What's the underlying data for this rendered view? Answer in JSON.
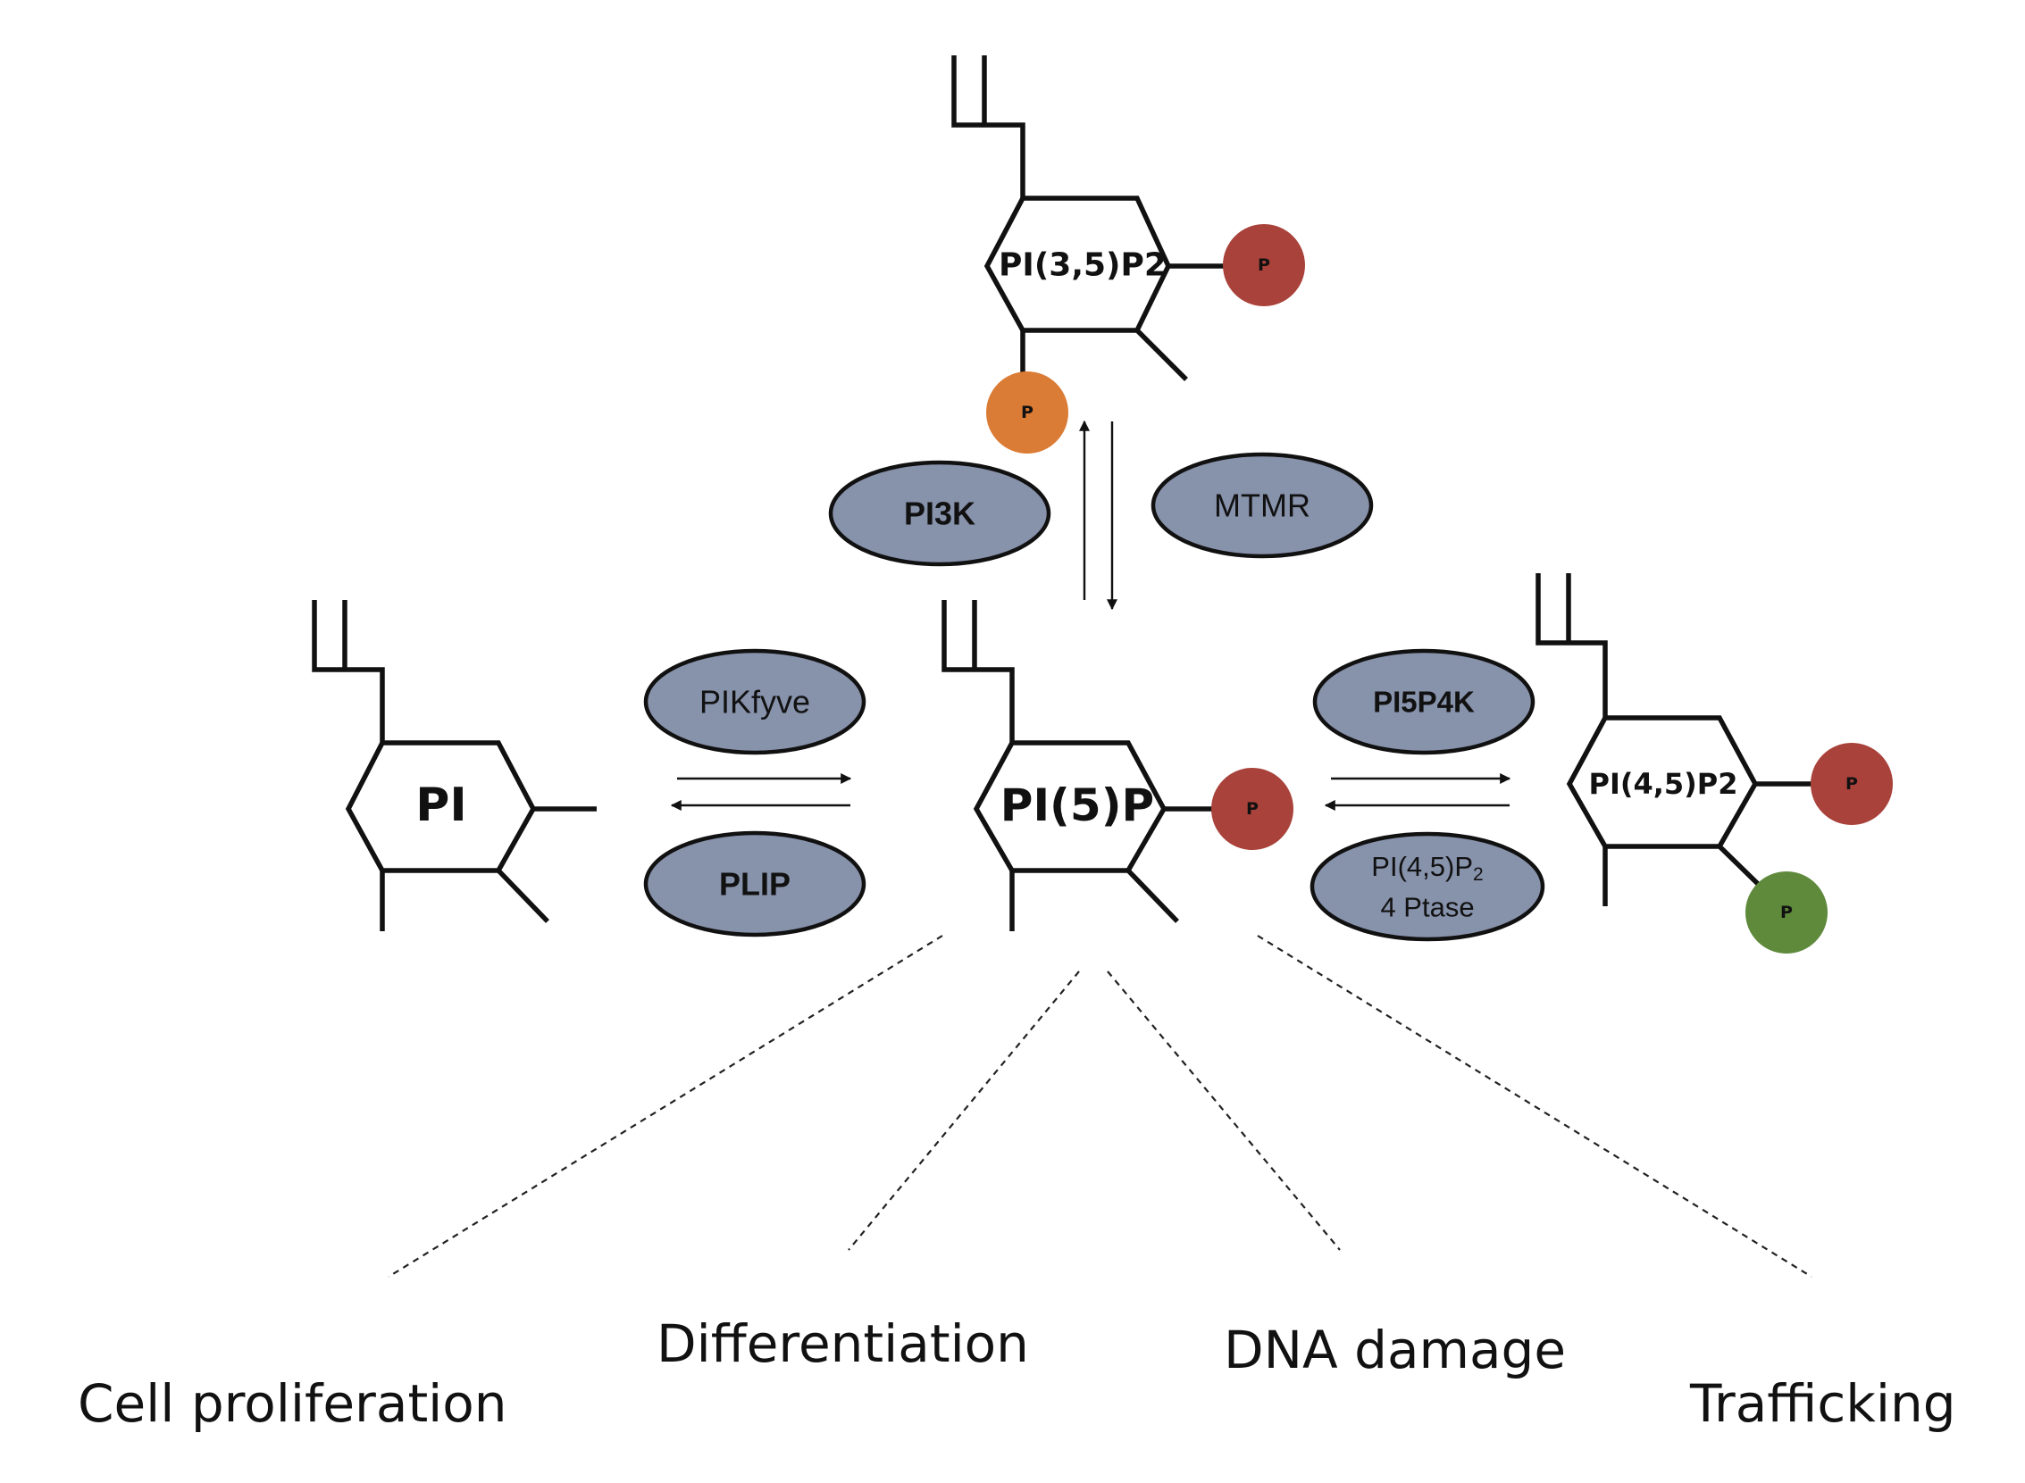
{
  "colors": {
    "enzyme_fill": "#8792ab",
    "phosphate_red": "#a8423a",
    "phosphate_orange": "#db7c36",
    "phosphate_green": "#5f8a3c",
    "line": "#111111"
  },
  "molecules": {
    "pi": "PI",
    "pi5p": "PI(5)P",
    "pi35p2": "PI(3,5)P2",
    "pi45p2": "PI(4,5)P2"
  },
  "phosphate_label": "P",
  "enzymes": {
    "pikfyve": "PIKfyve",
    "plip": "PLIP",
    "pi3k": "PI3K",
    "mtmr": "MTMR",
    "pi5p4k": "PI5P4K",
    "ptase_line1": "PI(4,5)P",
    "ptase_sub": "2",
    "ptase_line2": "4 Ptase"
  },
  "outcomes": {
    "cell_proliferation": "Cell proliferation",
    "differentiation": "Differentiation",
    "dna_damage": "DNA damage",
    "trafficking": "Trafficking"
  }
}
